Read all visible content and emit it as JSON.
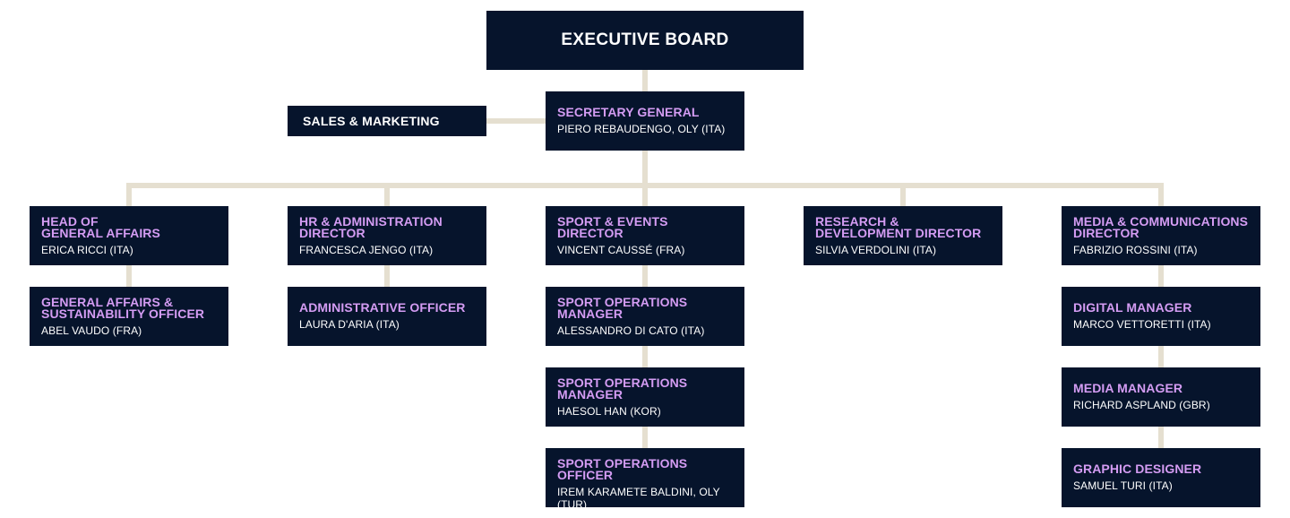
{
  "board": {
    "title": "EXECUTIVE BOARD"
  },
  "sales": {
    "title": "SALES & MARKETING"
  },
  "secretary": {
    "role": "SECRETARY GENERAL",
    "person": "PIERO REBAUDENGO, OLY (ITA)"
  },
  "columns": [
    {
      "head": {
        "role": "HEAD OF\nGENERAL AFFAIRS",
        "person": "ERICA RICCI (ITA)"
      },
      "reports": [
        {
          "role": "GENERAL AFFAIRS &\nSUSTAINABILITY OFFICER",
          "person": "ABEL VAUDO (FRA)"
        }
      ]
    },
    {
      "head": {
        "role": "HR & ADMINISTRATION\nDIRECTOR",
        "person": "FRANCESCA JENGO (ITA)"
      },
      "reports": [
        {
          "role": "ADMINISTRATIVE OFFICER",
          "person": "LAURA D'ARIA (ITA)"
        }
      ]
    },
    {
      "head": {
        "role": "SPORT & EVENTS\nDIRECTOR",
        "person": "VINCENT CAUSSÉ (FRA)"
      },
      "reports": [
        {
          "role": "SPORT OPERATIONS\nMANAGER",
          "person": "ALESSANDRO DI CATO (ITA)"
        },
        {
          "role": "SPORT OPERATIONS\nMANAGER",
          "person": "HAESOL HAN (KOR)"
        },
        {
          "role": "SPORT OPERATIONS\nOFFICER",
          "person": "IREM KARAMETE BALDINI, OLY (TUR)"
        }
      ]
    },
    {
      "head": {
        "role": "RESEARCH &\nDEVELOPMENT DIRECTOR",
        "person": "SILVIA VERDOLINI (ITA)"
      },
      "reports": []
    },
    {
      "head": {
        "role": "MEDIA & COMMUNICATIONS\nDIRECTOR",
        "person": "FABRIZIO ROSSINI (ITA)"
      },
      "reports": [
        {
          "role": "DIGITAL MANAGER",
          "person": "MARCO VETTORETTI (ITA)"
        },
        {
          "role": "MEDIA MANAGER",
          "person": "RICHARD ASPLAND (GBR)"
        },
        {
          "role": "GRAPHIC DESIGNER",
          "person": "SAMUEL TURI (ITA)"
        }
      ]
    }
  ],
  "colors": {
    "box": "#06142c",
    "role_text": "#d49cf3",
    "person_text": "#ffffff",
    "connector": "#e5dfd0"
  }
}
